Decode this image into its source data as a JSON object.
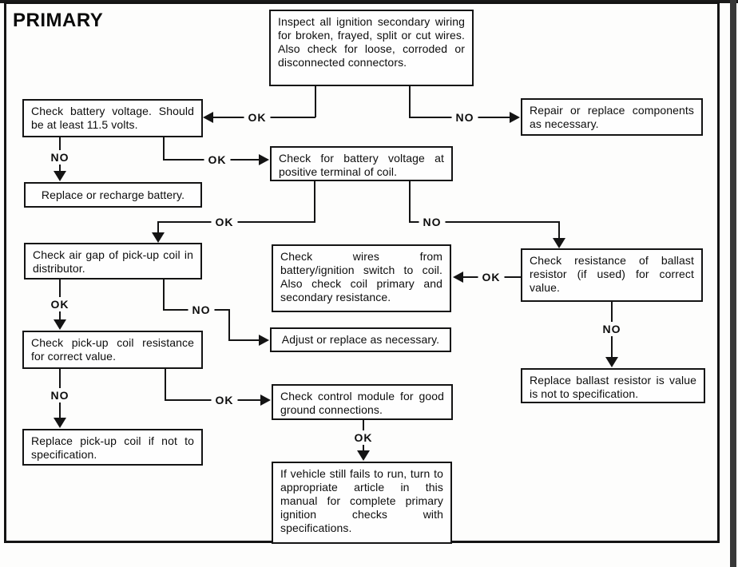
{
  "title": "PRIMARY",
  "nodes": {
    "inspect": "Inspect all ignition secondary wiring for broken, frayed, split or cut wires. Also check for loose, corroded or disconnected connectors.",
    "battery_voltage": "Check battery voltage. Should be at least 11.5 volts.",
    "repair_components": "Repair or replace components as necessary.",
    "coil_voltage": "Check for battery voltage at positive terminal of coil.",
    "replace_battery": "Replace or recharge battery.",
    "air_gap": "Check air gap of pick-up coil in distributor.",
    "check_wires": "Check wires from battery/ignition switch to coil. Also check coil primary and secondary resistance.",
    "ballast_resistor": "Check resistance of ballast resistor (if used) for correct value.",
    "adjust_replace": "Adjust or replace as necessary.",
    "pickup_resistance": "Check pick-up coil resistance for correct value.",
    "replace_ballast": "Replace ballast resistor is value is not to specification.",
    "control_module": "Check control module for good ground connections.",
    "replace_pickup": "Replace pick-up coil if not to specification.",
    "still_fails": "If vehicle still fails to run, turn to appropriate article in this manual for complete primary ignition checks with specifications."
  },
  "edges": [
    {
      "from": "inspect",
      "to": "battery_voltage",
      "label": "OK"
    },
    {
      "from": "inspect",
      "to": "repair_components",
      "label": "NO"
    },
    {
      "from": "battery_voltage",
      "to": "coil_voltage",
      "label": "OK"
    },
    {
      "from": "battery_voltage",
      "to": "replace_battery",
      "label": "NO"
    },
    {
      "from": "coil_voltage",
      "to": "air_gap",
      "label": "OK"
    },
    {
      "from": "coil_voltage",
      "to": "ballast_resistor",
      "label": "NO"
    },
    {
      "from": "air_gap",
      "to": "pickup_resistance",
      "label": "OK"
    },
    {
      "from": "air_gap",
      "to": "adjust_replace",
      "label": "NO"
    },
    {
      "from": "ballast_resistor",
      "to": "check_wires",
      "label": "OK"
    },
    {
      "from": "ballast_resistor",
      "to": "replace_ballast",
      "label": "NO"
    },
    {
      "from": "pickup_resistance",
      "to": "replace_pickup",
      "label": "NO"
    },
    {
      "from": "pickup_resistance",
      "to": "control_module",
      "label": "OK"
    },
    {
      "from": "control_module",
      "to": "still_fails",
      "label": "OK"
    }
  ]
}
